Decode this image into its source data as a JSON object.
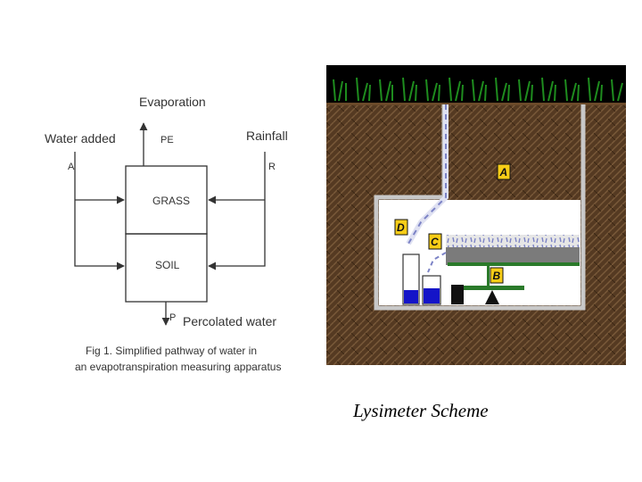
{
  "diagram": {
    "labels": {
      "evaporation": "Evaporation",
      "pe": "PE",
      "water_added": "Water added",
      "a": "A",
      "rainfall": "Rainfall",
      "r": "R",
      "grass": "GRASS",
      "soil": "SOIL",
      "p": "P",
      "percolated": "Percolated water"
    },
    "caption_line1": "Fig 1. Simplified pathway of water in",
    "caption_line2": "an evapotranspiration measuring apparatus"
  },
  "lysimeter": {
    "markers": [
      "A",
      "B",
      "C",
      "D"
    ],
    "caption": "Lysimeter Scheme",
    "colors": {
      "soil": "#553a22",
      "sky": "#000000",
      "grass": "#1e8c1e",
      "wall": "#c8c8c8",
      "marker_fill": "#f7cd17",
      "water": "#1414c8",
      "plate": "#2a7a2a"
    }
  }
}
